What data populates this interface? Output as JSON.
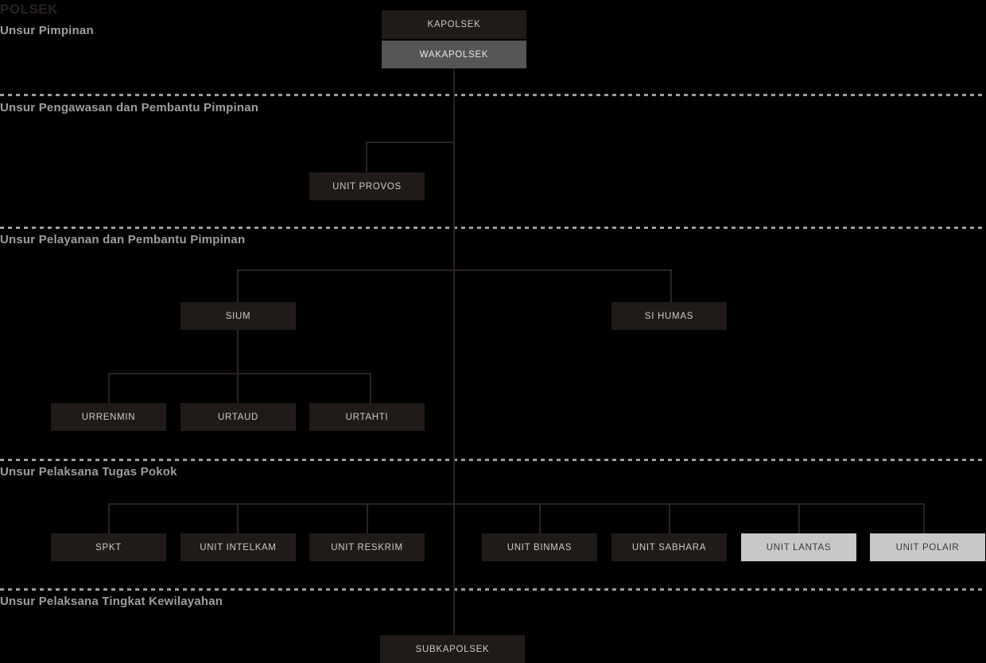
{
  "chart_title": "POLSEK",
  "bands": [
    {
      "label": "Unsur Pimpinan"
    },
    {
      "label": "Unsur Pengawasan dan Pembantu Pimpinan"
    },
    {
      "label": "Unsur Pelayanan dan Pembantu Pimpinan"
    },
    {
      "label": "Unsur Pelaksana Tugas Pokok"
    },
    {
      "label": "Unsur Pelaksana Tingkat Kewilayahan"
    }
  ],
  "nodes": {
    "kapolsek": "KAPOLSEK",
    "wakapolsek": "WAKAPOLSEK",
    "unit_provos": "UNIT PROVOS",
    "sium": "SIUM",
    "si_humas": "SI HUMAS",
    "urrenmin": "URRENMIN",
    "urtaud": "URTAUD",
    "urtahti": "URTAHTI",
    "spkt": "SPKT",
    "unit_intelkam": "UNIT INTELKAM",
    "unit_reskrim": "UNIT RESKRIM",
    "unit_binmas": "UNIT BINMAS",
    "unit_sabhara": "UNIT SABHARA",
    "unit_lantas": "UNIT LANTAS",
    "unit_polair": "UNIT POLAIR",
    "subkapolsek": "SUBKAPOLSEK"
  },
  "colors": {
    "background": "#000000",
    "node_dark": "#201b19",
    "node_mid": "#555555",
    "node_highlight": "#c8c8c8",
    "connector": "#2b2320",
    "band_text": "#9e9e9e",
    "title_text": "#2a2320"
  },
  "chart_data": {
    "type": "diagram",
    "title": "POLSEK",
    "subtype": "organizational-hierarchy",
    "bands": [
      "Unsur Pimpinan",
      "Unsur Pengawasan dan Pembantu Pimpinan",
      "Unsur Pelayanan dan Pembantu Pimpinan",
      "Unsur Pelaksana Tugas Pokok",
      "Unsur Pelaksana Tingkat Kewilayahan"
    ],
    "hierarchy": [
      {
        "id": "kapolsek",
        "label": "KAPOLSEK",
        "band": "Unsur Pimpinan",
        "parent": null,
        "style": "dark"
      },
      {
        "id": "wakapolsek",
        "label": "WAKAPOLSEK",
        "band": "Unsur Pimpinan",
        "parent": "kapolsek",
        "style": "mid"
      },
      {
        "id": "unit_provos",
        "label": "UNIT PROVOS",
        "band": "Unsur Pengawasan dan Pembantu Pimpinan",
        "parent": "wakapolsek",
        "style": "dark"
      },
      {
        "id": "sium",
        "label": "SIUM",
        "band": "Unsur Pelayanan dan Pembantu Pimpinan",
        "parent": "wakapolsek",
        "style": "dark"
      },
      {
        "id": "si_humas",
        "label": "SI HUMAS",
        "band": "Unsur Pelayanan dan Pembantu Pimpinan",
        "parent": "wakapolsek",
        "style": "dark"
      },
      {
        "id": "urrenmin",
        "label": "URRENMIN",
        "band": "Unsur Pelayanan dan Pembantu Pimpinan",
        "parent": "sium",
        "style": "dark"
      },
      {
        "id": "urtaud",
        "label": "URTAUD",
        "band": "Unsur Pelayanan dan Pembantu Pimpinan",
        "parent": "sium",
        "style": "dark"
      },
      {
        "id": "urtahti",
        "label": "URTAHTI",
        "band": "Unsur Pelayanan dan Pembantu Pimpinan",
        "parent": "sium",
        "style": "dark"
      },
      {
        "id": "spkt",
        "label": "SPKT",
        "band": "Unsur Pelaksana Tugas Pokok",
        "parent": "wakapolsek",
        "style": "dark"
      },
      {
        "id": "unit_intelkam",
        "label": "UNIT INTELKAM",
        "band": "Unsur Pelaksana Tugas Pokok",
        "parent": "wakapolsek",
        "style": "dark"
      },
      {
        "id": "unit_reskrim",
        "label": "UNIT RESKRIM",
        "band": "Unsur Pelaksana Tugas Pokok",
        "parent": "wakapolsek",
        "style": "dark"
      },
      {
        "id": "unit_binmas",
        "label": "UNIT BINMAS",
        "band": "Unsur Pelaksana Tugas Pokok",
        "parent": "wakapolsek",
        "style": "dark"
      },
      {
        "id": "unit_sabhara",
        "label": "UNIT SABHARA",
        "band": "Unsur Pelaksana Tugas Pokok",
        "parent": "wakapolsek",
        "style": "dark"
      },
      {
        "id": "unit_lantas",
        "label": "UNIT LANTAS",
        "band": "Unsur Pelaksana Tugas Pokok",
        "parent": "wakapolsek",
        "style": "highlight"
      },
      {
        "id": "unit_polair",
        "label": "UNIT POLAIR",
        "band": "Unsur Pelaksana Tugas Pokok",
        "parent": "wakapolsek",
        "style": "highlight"
      },
      {
        "id": "subkapolsek",
        "label": "SUBKAPOLSEK",
        "band": "Unsur Pelaksana Tingkat Kewilayahan",
        "parent": "wakapolsek",
        "style": "dark"
      }
    ]
  }
}
